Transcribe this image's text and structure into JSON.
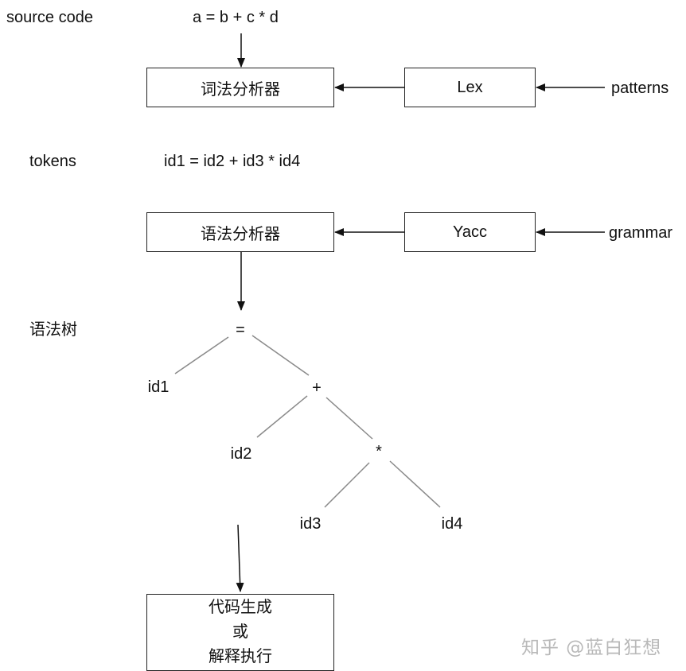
{
  "labels": {
    "source_code": "source code",
    "source_expr": "a = b + c * d",
    "patterns": "patterns",
    "tokens": "tokens",
    "tokens_expr": "id1 = id2 + id3 * id4",
    "grammar": "grammar",
    "syntax_tree": "语法树"
  },
  "boxes": {
    "lexer": "词法分析器",
    "lex": "Lex",
    "parser": "语法分析器",
    "yacc": "Yacc",
    "output": [
      "代码生成",
      "或",
      "解释执行"
    ]
  },
  "tree": {
    "root": "=",
    "id1": "id1",
    "plus": "+",
    "id2": "id2",
    "times": "*",
    "id3": "id3",
    "id4": "id4"
  },
  "watermark": "知乎 @蓝白狂想",
  "colors": {
    "arrow": "#111111",
    "tree_edge": "#8a8a8a",
    "box_border": "#222222",
    "watermark": "#b9b9b9"
  }
}
